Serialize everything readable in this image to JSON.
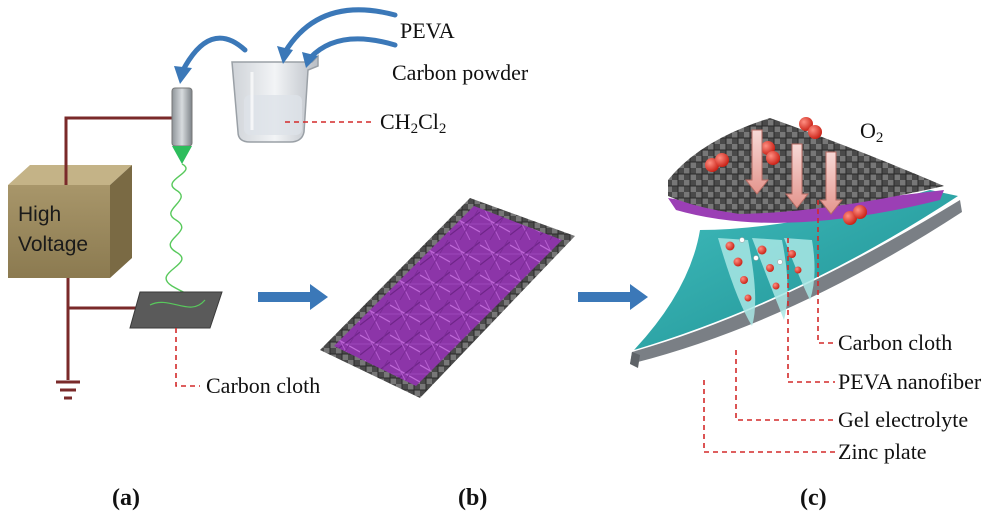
{
  "panel_a": {
    "label": "(a)",
    "materials": {
      "peva": "PEVA",
      "carbon_powder": "Carbon powder"
    },
    "solvent": {
      "main": "CH",
      "sub1": "2",
      "mid": "Cl",
      "sub2": "2"
    },
    "power_supply": {
      "line1": "High",
      "line2": "Voltage"
    },
    "collector": "Carbon cloth"
  },
  "panel_b": {
    "label": "(b)"
  },
  "panel_c": {
    "label": "(c)",
    "gas": {
      "main": "O",
      "sub": "2"
    },
    "layers": [
      "Carbon cloth",
      "PEVA nanofiber",
      "Gel electrolyte",
      "Zinc plate"
    ]
  },
  "colors": {
    "wire": "#7a2a2a",
    "arrow_blue": "#3b78b8",
    "nanofiber": "#9b3fb5",
    "gel": "#2aa8a8",
    "leader": "#d42a2a",
    "box": "#9c8a5c",
    "oxygen": "#e03a2c"
  }
}
